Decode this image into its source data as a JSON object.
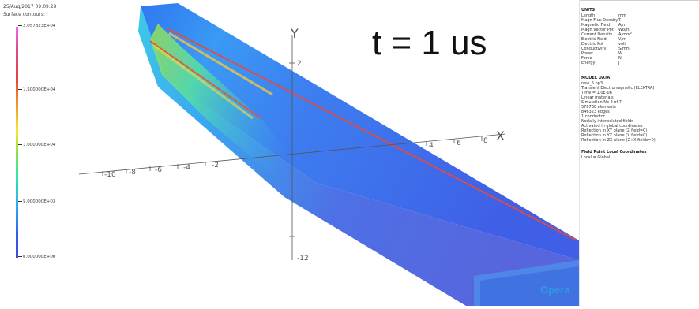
{
  "header": {
    "timestamp": "25/Aug/2017 09:09:29",
    "legend_title": "Surface contours: J"
  },
  "colorbar": {
    "ticks": [
      "2.057823E+04",
      "1.500000E+04",
      "1.000000E+04",
      "5.000000E+03",
      "0.000000E+00"
    ],
    "colors": [
      "#ee66ee",
      "#e84040",
      "#f5e830",
      "#2ee6b0",
      "#3060e8",
      "#4848d8"
    ]
  },
  "overlay": {
    "time_label": "t = 1 us"
  },
  "axes": {
    "y_label": "Y",
    "x_label": "X",
    "x_ticks": [
      "-10",
      "-8",
      "-6",
      "-4",
      "-2",
      "4",
      "6",
      "8"
    ],
    "y_ticks": [
      "2",
      "-12"
    ]
  },
  "units": {
    "heading": "UNITS",
    "rows": [
      {
        "name": "Length",
        "unit": "mm"
      },
      {
        "name": "Magn Flux Density",
        "unit": "T"
      },
      {
        "name": "Magnetic Field",
        "unit": "A/m"
      },
      {
        "name": "Magn Vector Pot",
        "unit": "Wb/m"
      },
      {
        "name": "Current Density",
        "unit": "A/mm²"
      },
      {
        "name": "Electric Field",
        "unit": "V/m"
      },
      {
        "name": "Electric Pot",
        "unit": "volt"
      },
      {
        "name": "Conductivity",
        "unit": "S/mm"
      },
      {
        "name": "Power",
        "unit": "W"
      },
      {
        "name": "Force",
        "unit": "N"
      },
      {
        "name": "Energy",
        "unit": "J"
      }
    ]
  },
  "model_data": {
    "heading": "MODEL DATA",
    "lines": [
      "new_5.op3",
      "Transient Electromagnetic (ELEKTRA)",
      "Time = 1.0E-06",
      "Linear materials",
      "Simulation No 2 of 7",
      "578738 elements",
      "846323 edges",
      "1 conductor",
      "Nodally interpolated fields",
      "Activated in global coordinates",
      "Reflection in XY plane (Z field=0)",
      "Reflection in YZ plane (X field=0)",
      "Reflection in ZX plane (Z+X fields=0)"
    ]
  },
  "field_point": {
    "heading": "Field Point Local Coordinates",
    "value": "Local = Global"
  },
  "brand": {
    "logo": "Opera"
  }
}
